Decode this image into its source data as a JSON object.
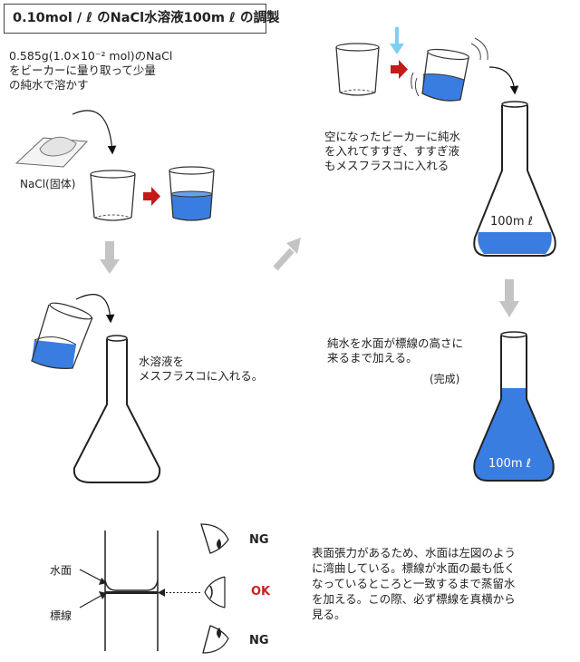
{
  "title": "0.10mol / ℓ のNaCl水溶液100m ℓ の調製",
  "steps": {
    "step1": "0.585g(1.0×10⁻² mol)のNaCl\nをビーカーに量り取って少量\nの純水で溶かす",
    "solid_label": "NaCl(固体)",
    "step2": "水溶液を\nメスフラスコに入れる。",
    "step3": "空になったビーカーに純水\nを入れてすすぎ、すすぎ液\nもメスフラスコに入れる",
    "step4": "純水を水面が標線の高さに\n来るまで加える。",
    "complete": "(完成)"
  },
  "flask_labels": {
    "flask3": "100m ℓ",
    "flask4": "100m ℓ"
  },
  "meniscus": {
    "water_surface": "水面",
    "mark_line": "標線",
    "ng_top": "NG",
    "ok": "OK",
    "ng_bottom": "NG"
  },
  "explanation": "表面張力があるため、水面は左図のよう\nに湾曲している。標線が水面の最も低く\nなっているところと一致するまで蒸留水\nを加える。この際、必ず標線を真横から\n見る。",
  "colors": {
    "water": "#3a7de0",
    "arrow_gray": "#c4c4c4",
    "red_arrow": "#c41a1a",
    "drop_arrow": "#7fd0f0",
    "ok_red": "#cc1f1f"
  }
}
